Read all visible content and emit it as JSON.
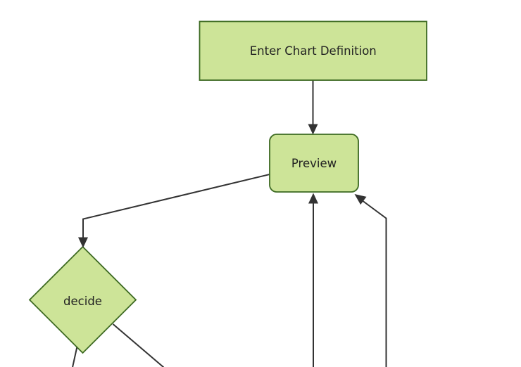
{
  "diagram": {
    "type": "flowchart",
    "orientation": "top-down",
    "colors": {
      "background": "#ffffff",
      "node_fill": "#cde498",
      "node_border": "#3d6a22",
      "edge_color": "#333333",
      "text_color": "#222222"
    },
    "nodes": [
      {
        "id": "A",
        "label": "Enter Chart Definition",
        "shape": "rectangle"
      },
      {
        "id": "B",
        "label": "Preview",
        "shape": "rounded-rectangle"
      },
      {
        "id": "C",
        "label": "decide",
        "shape": "diamond"
      }
    ],
    "edges": [
      {
        "from": "A",
        "to": "B",
        "arrow": true
      },
      {
        "from": "B",
        "to": "C",
        "arrow": true
      },
      {
        "from": "C",
        "to": "offscreen-bottom-left",
        "arrow": false
      },
      {
        "from": "C",
        "to": "offscreen-bottom-right",
        "arrow": false
      },
      {
        "from": "offscreen-bottom-center",
        "to": "B",
        "arrow": true
      },
      {
        "from": "offscreen-bottom-right",
        "to": "B",
        "arrow": true
      }
    ]
  }
}
